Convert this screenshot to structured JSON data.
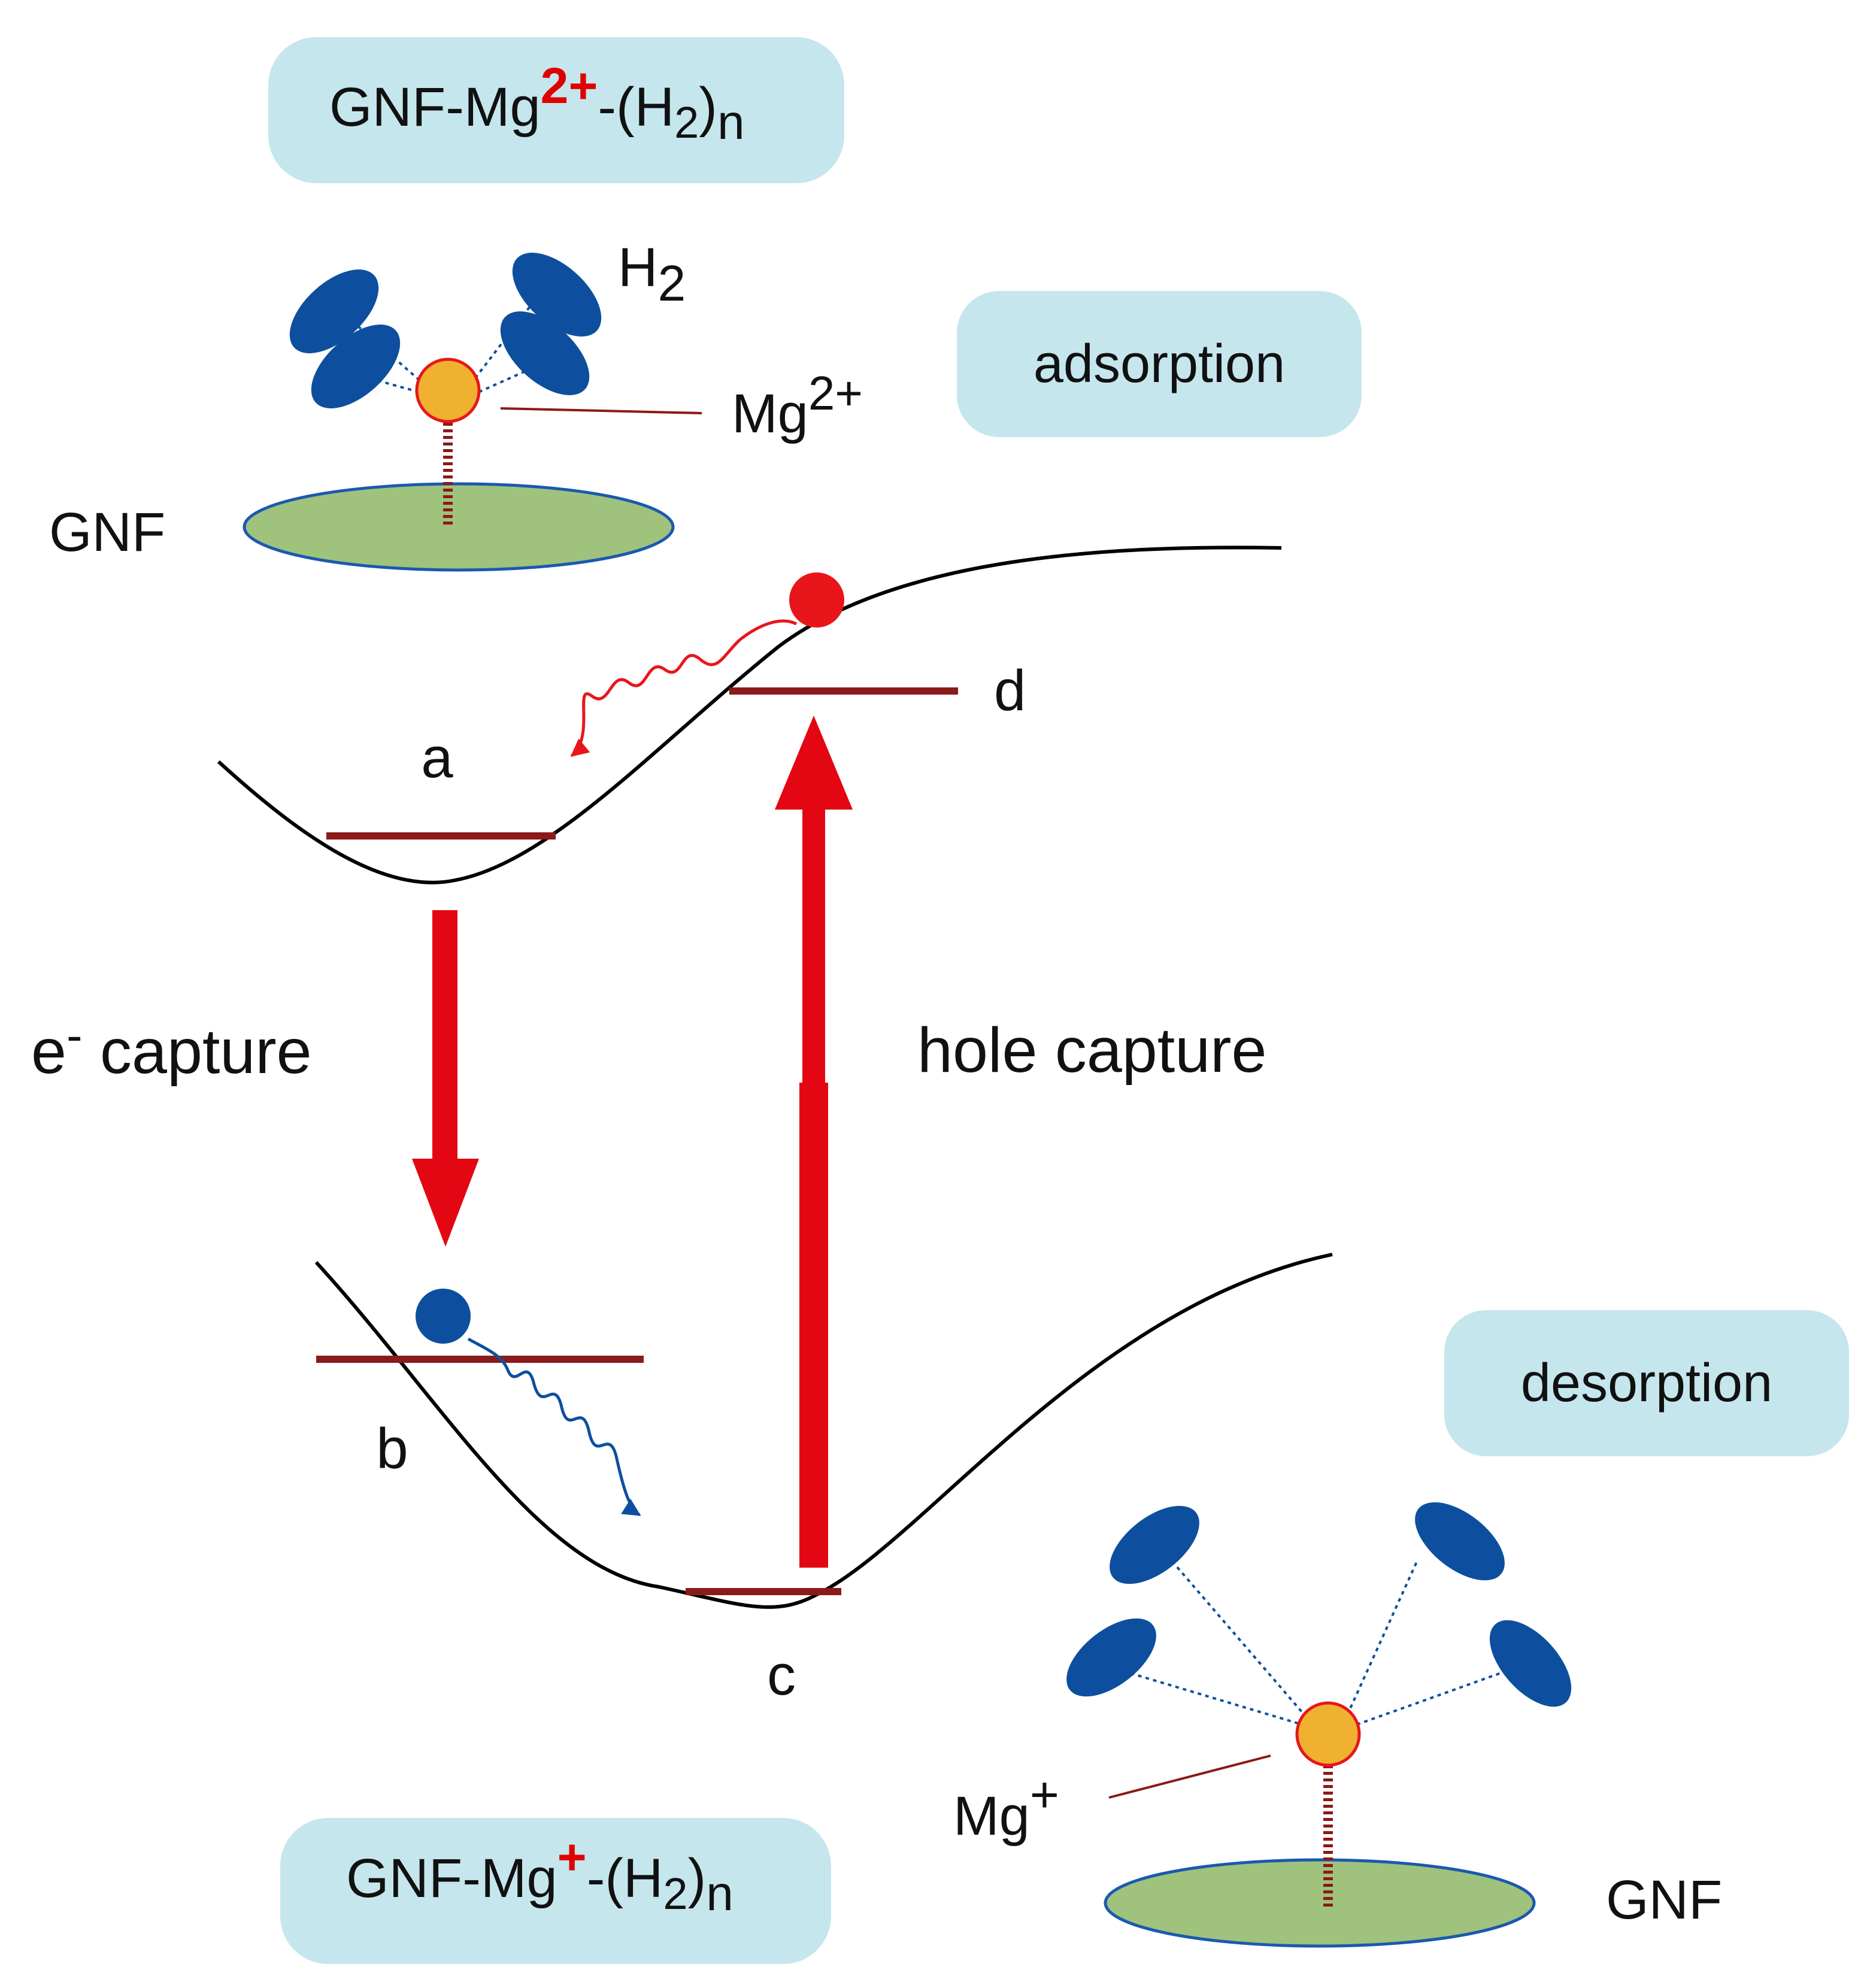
{
  "boxes": {
    "top_formula": {
      "prefix": "GNF-Mg",
      "charge": "2+",
      "middle": "-(H",
      "sub": "2",
      "suffix": ")",
      "n": "n"
    },
    "bottom_formula": {
      "prefix": "GNF-Mg",
      "charge": "+",
      "middle": "-(H",
      "sub": "2",
      "suffix": ")",
      "n": "n"
    },
    "adsorption": "adsorption",
    "desorption": "desorption"
  },
  "labels": {
    "h2": {
      "base": "H",
      "sub": "2"
    },
    "mg2": {
      "base": "Mg",
      "sup": "2+"
    },
    "mg1": {
      "base": "Mg",
      "sup": "+"
    },
    "gnf_top": "GNF",
    "gnf_bottom": "GNF",
    "a": "a",
    "b": "b",
    "c": "c",
    "d": "d",
    "e_capture": {
      "e": "e",
      "sup": "-",
      "rest": " capture"
    },
    "hole_capture": "hole capture"
  },
  "colors": {
    "box_fill": "#c5e6ed",
    "molecule": "#0d4f9e",
    "mg_fill": "#f0b030",
    "mg_stroke": "#e8161b",
    "surface_fill": "#9fc27c",
    "surface_stroke": "#1b59b0",
    "level": "#8b1a1a",
    "arrow": "#e30613",
    "electron_red": "#e8161b",
    "electron_blue": "#0d4f9e",
    "charge_red": "#e00000"
  }
}
